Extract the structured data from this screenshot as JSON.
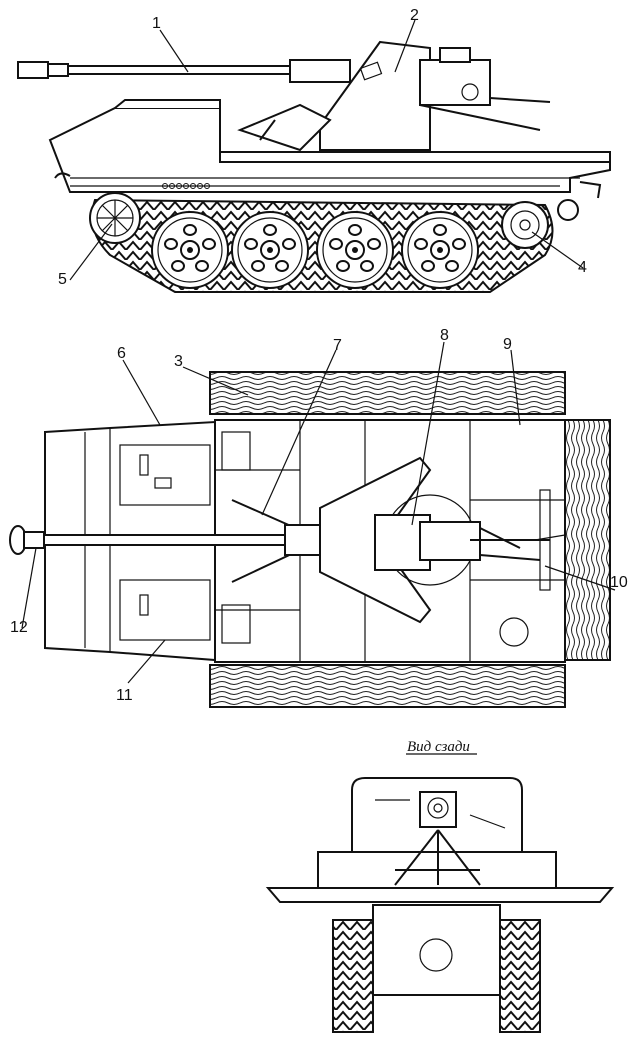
{
  "callouts": [
    {
      "id": "c1",
      "text": "1"
    },
    {
      "id": "c2",
      "text": "2"
    },
    {
      "id": "c3",
      "text": "3"
    },
    {
      "id": "c4",
      "text": "4"
    },
    {
      "id": "c5",
      "text": "5"
    },
    {
      "id": "c6",
      "text": "6"
    },
    {
      "id": "c7",
      "text": "7"
    },
    {
      "id": "c8",
      "text": "8"
    },
    {
      "id": "c9",
      "text": "9"
    },
    {
      "id": "c10",
      "text": "10"
    },
    {
      "id": "c11",
      "text": "11"
    },
    {
      "id": "c12",
      "text": "12"
    }
  ],
  "rear_view_caption": "Вид сзади"
}
